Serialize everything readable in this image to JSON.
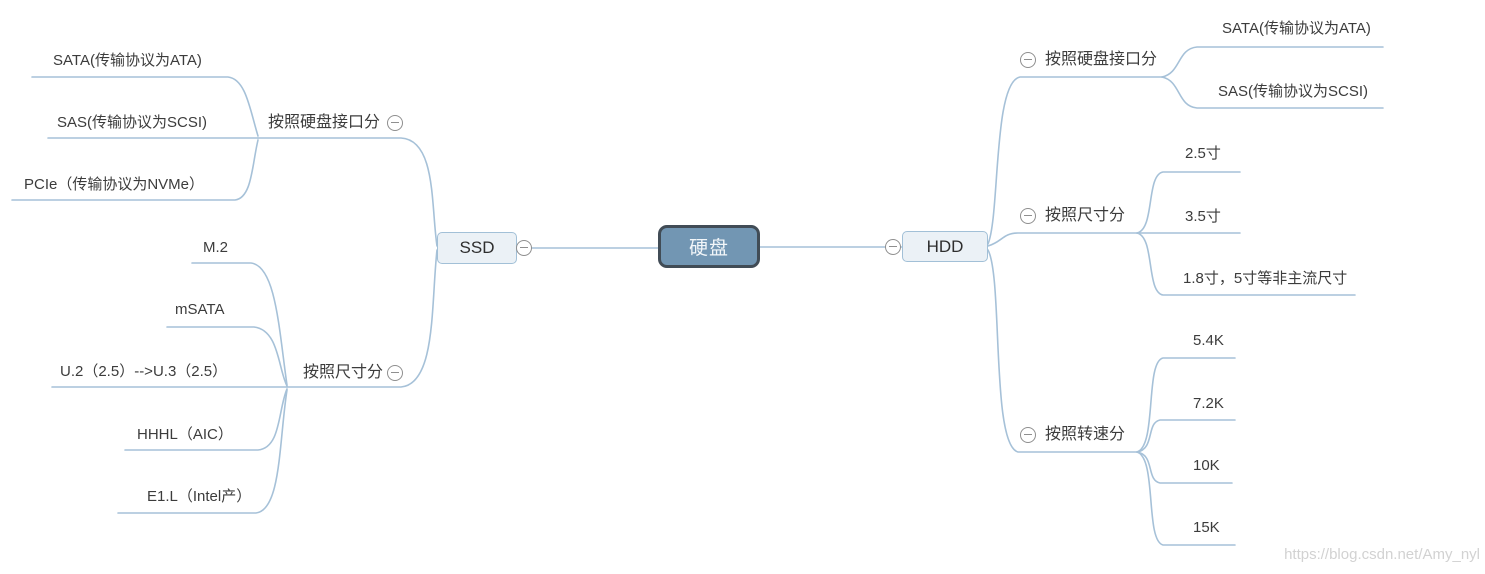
{
  "root": {
    "label": "硬盘"
  },
  "left": {
    "label": "SSD",
    "groups": [
      {
        "label": "按照硬盘接口分",
        "children": [
          "SATA(传输协议为ATA)",
          "SAS(传输协议为SCSI)",
          "PCIe（传输协议为NVMe）"
        ]
      },
      {
        "label": "按照尺寸分",
        "children": [
          "M.2",
          "mSATA",
          "U.2（2.5）-->U.3（2.5）",
          "HHHL（AIC）",
          "E1.L（Intel产）"
        ]
      }
    ]
  },
  "right": {
    "label": "HDD",
    "groups": [
      {
        "label": "按照硬盘接口分",
        "children": [
          "SATA(传输协议为ATA)",
          "SAS(传输协议为SCSI)"
        ]
      },
      {
        "label": "按照尺寸分",
        "children": [
          "2.5寸",
          "3.5寸",
          "1.8寸，5寸等非主流尺寸"
        ]
      },
      {
        "label": "按照转速分",
        "children": [
          "5.4K",
          "7.2K",
          "10K",
          "15K"
        ]
      }
    ]
  },
  "watermark": "https://blog.csdn.net/Amy_nyl",
  "colors": {
    "line": "#a6c1d8",
    "root-fill": "#7296b3",
    "root-border": "#414c56",
    "root-text": "#f2f6f9",
    "node-fill": "#ebf1f6",
    "node-border": "#a2c0d7",
    "text": "#3c3c3c",
    "collapse": "#8f8f8f",
    "watermark": "#d2d2d2"
  }
}
